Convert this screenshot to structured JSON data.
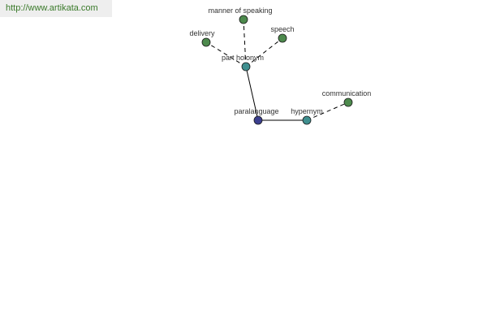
{
  "header": {
    "url": "http://www.artikata.com"
  },
  "graph": {
    "nodes": {
      "manner": {
        "label": "manner of speaking",
        "color": "#4d8a4d"
      },
      "delivery": {
        "label": "delivery",
        "color": "#4d8a4d"
      },
      "speech": {
        "label": "speech",
        "color": "#4d8a4d"
      },
      "part_holonym": {
        "label": "part holonym",
        "color": "#3f8f8f"
      },
      "paralanguage": {
        "label": "paralanguage",
        "color": "#3b3f8f"
      },
      "hypernym": {
        "label": "hypernym",
        "color": "#3f8f8f"
      },
      "communication": {
        "label": "communication",
        "color": "#4d8a4d"
      }
    },
    "edges": [
      {
        "from": "part_holonym",
        "to": "manner",
        "style": "dashed"
      },
      {
        "from": "part_holonym",
        "to": "delivery",
        "style": "dashed"
      },
      {
        "from": "part_holonym",
        "to": "speech",
        "style": "dashed"
      },
      {
        "from": "paralanguage",
        "to": "part_holonym",
        "style": "solid"
      },
      {
        "from": "paralanguage",
        "to": "hypernym",
        "style": "solid"
      },
      {
        "from": "hypernym",
        "to": "communication",
        "style": "dashed"
      }
    ]
  }
}
